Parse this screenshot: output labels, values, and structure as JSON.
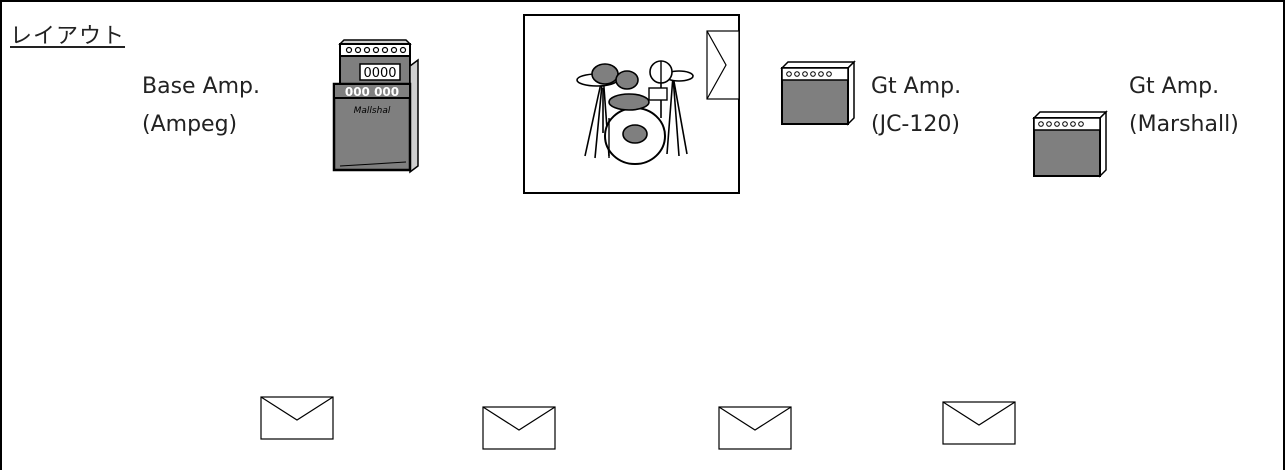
{
  "layout": {
    "title": "レイアウト"
  },
  "amps": [
    {
      "line1": "Base Amp.",
      "line2": "(Ampeg)",
      "badge_text": "Mallshal",
      "icon": "bass-amp-stack-icon"
    },
    {
      "line1": "Gt Amp.",
      "line2": "(JC-120)",
      "icon": "guitar-amp-icon"
    },
    {
      "line1": "Gt Amp.",
      "line2": "(Marshall)",
      "icon": "guitar-amp-icon"
    }
  ],
  "drums": {
    "icon": "drum-kit-icon"
  },
  "monitors": {
    "count": 5,
    "icon": "floor-monitor-icon"
  },
  "colors": {
    "amp_fill": "#7f7f7f",
    "line": "#000000",
    "background": "#ffffff"
  }
}
